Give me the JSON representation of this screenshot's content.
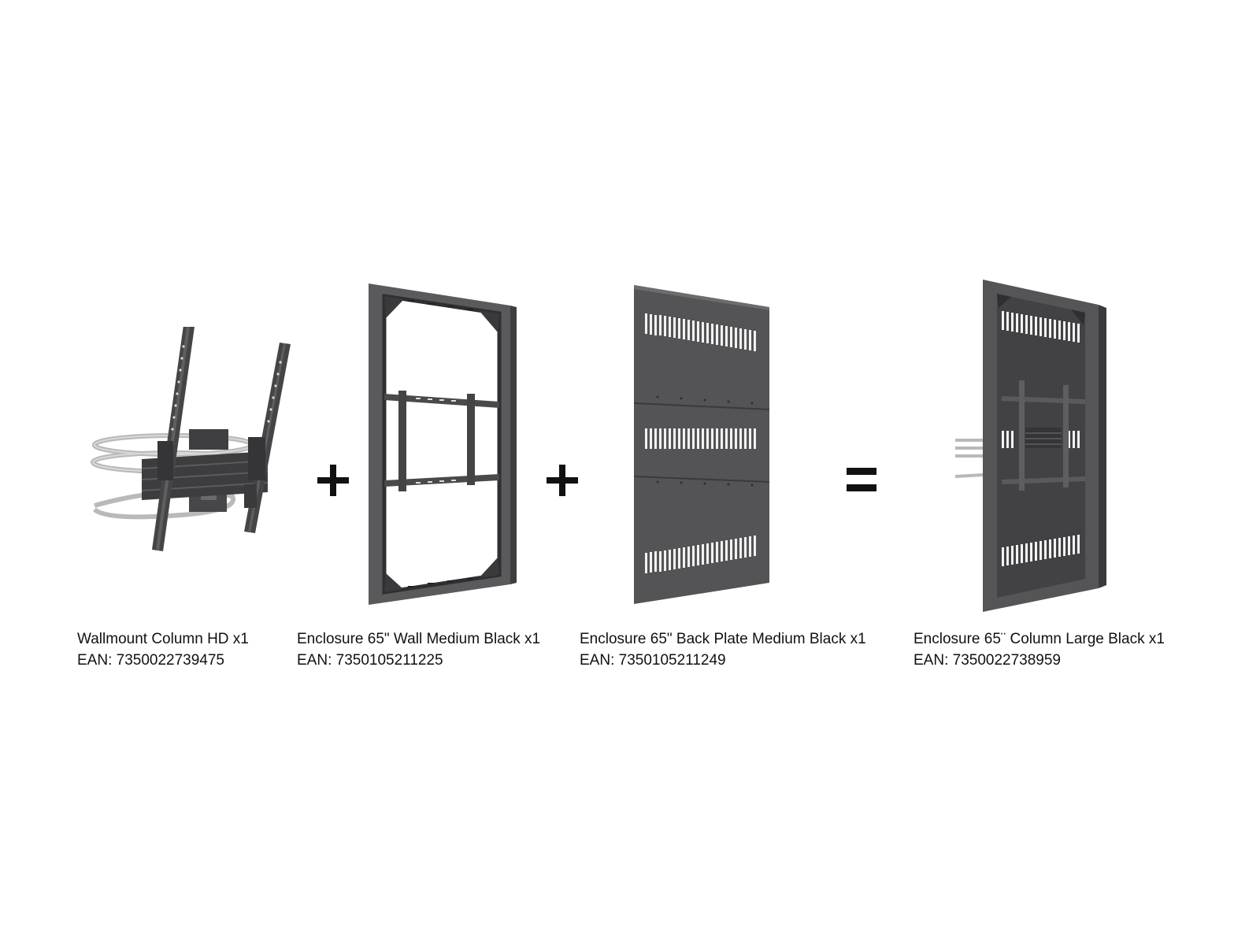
{
  "products": [
    {
      "name": "Wallmount Column HD x1",
      "ean": "EAN: 7350022739475",
      "illustration": "wallmount-column-bracket"
    },
    {
      "name": "Enclosure 65\" Wall Medium Black x1",
      "ean": "EAN: 7350105211225",
      "illustration": "enclosure-wall-frame"
    },
    {
      "name": "Enclosure 65\" Back Plate Medium Black x1",
      "ean": "EAN: 7350105211249",
      "illustration": "enclosure-back-plate"
    },
    {
      "name": "Enclosure 65¨ Column Large Black x1",
      "ean": "EAN: 7350022738959",
      "illustration": "assembled-enclosure-column"
    }
  ],
  "operators": [
    {
      "symbol": "plus"
    },
    {
      "symbol": "plus"
    },
    {
      "symbol": "equals"
    }
  ],
  "colors": {
    "metal_dark": "#4a4a4c",
    "metal_mid": "#5e5e60",
    "metal_light": "#7a7a7c",
    "steel_band": "#b9b9b9",
    "vent_white": "#f2f2f2",
    "text": "#111111",
    "background": "#ffffff"
  }
}
